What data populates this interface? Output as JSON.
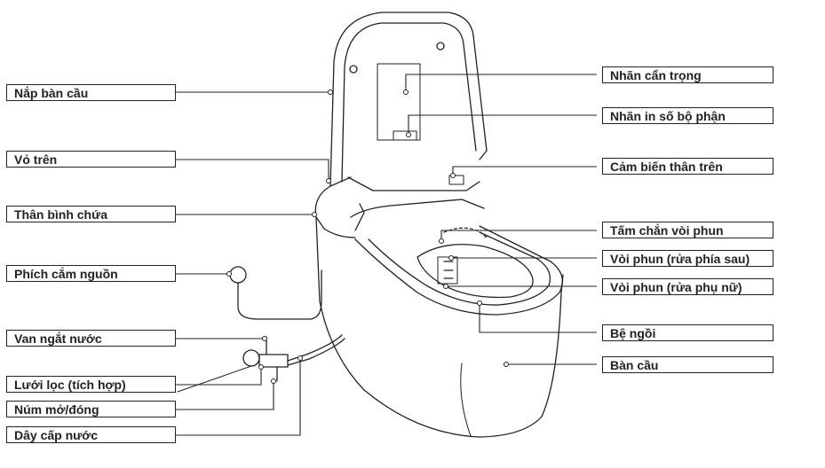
{
  "colors": {
    "line": "#222222",
    "background": "#ffffff"
  },
  "labels": {
    "nap_ban_cau": "Nắp bàn cầu",
    "vo_tren": "Vỏ trên",
    "than_binh_chua": "Thân bình chứa",
    "phich_cam_nguon": "Phích cắm nguồn",
    "van_ngat_nuoc": "Van ngắt nước",
    "luoi_loc": "Lưới lọc (tích hợp)",
    "num_mo_dong": "Núm mở/đóng",
    "day_cap_nuoc": "Dây cấp nước",
    "nhan_can_trong": "Nhãn cẩn trọng",
    "nhan_in_so": "Nhãn in số bộ phận",
    "cam_bien": "Cảm biến thân trên",
    "tam_chan": "Tấm chắn vòi phun",
    "voi_phun_sau": "Vòi phun (rửa phía sau)",
    "voi_phun_nu": "Vòi phun (rửa phụ nữ)",
    "be_ngoi": "Bệ ngồi",
    "ban_cau": "Bàn cầu"
  }
}
